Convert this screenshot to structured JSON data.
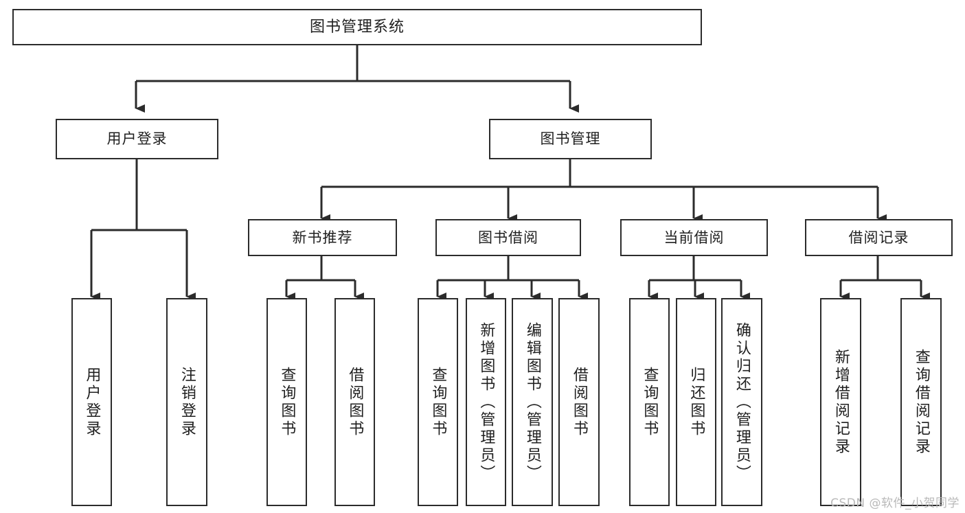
{
  "diagram": {
    "type": "tree",
    "title": "图书管理系统",
    "root": {
      "label": "图书管理系统"
    },
    "level2": [
      {
        "label": "用户登录"
      },
      {
        "label": "图书管理"
      }
    ],
    "level3": [
      {
        "label": "新书推荐"
      },
      {
        "label": "图书借阅"
      },
      {
        "label": "当前借阅"
      },
      {
        "label": "借阅记录"
      }
    ],
    "leaves": {
      "user_login": [
        {
          "label": "用户登录"
        },
        {
          "label": "注销登录"
        }
      ],
      "new_book_recommend": [
        {
          "label": "查询图书"
        },
        {
          "label": "借阅图书"
        }
      ],
      "book_borrow": [
        {
          "label": "查询图书"
        },
        {
          "label": "新增图书（管理员）"
        },
        {
          "label": "编辑图书（管理员）"
        },
        {
          "label": "借阅图书"
        }
      ],
      "current_borrow": [
        {
          "label": "查询图书"
        },
        {
          "label": "归还图书"
        },
        {
          "label": "确认归还（管理员）"
        }
      ],
      "borrow_record": [
        {
          "label": "新增借阅记录"
        },
        {
          "label": "查询借阅记录"
        }
      ]
    },
    "colors": {
      "box_border": "#2b2b2b",
      "box_fill": "#ffffff",
      "connector": "#2b2b2b",
      "text": "#1f1f1f",
      "watermark": "#b9b9b9",
      "background": "#ffffff"
    }
  },
  "watermark": {
    "text": "CSDN @软件_小贺同学"
  }
}
